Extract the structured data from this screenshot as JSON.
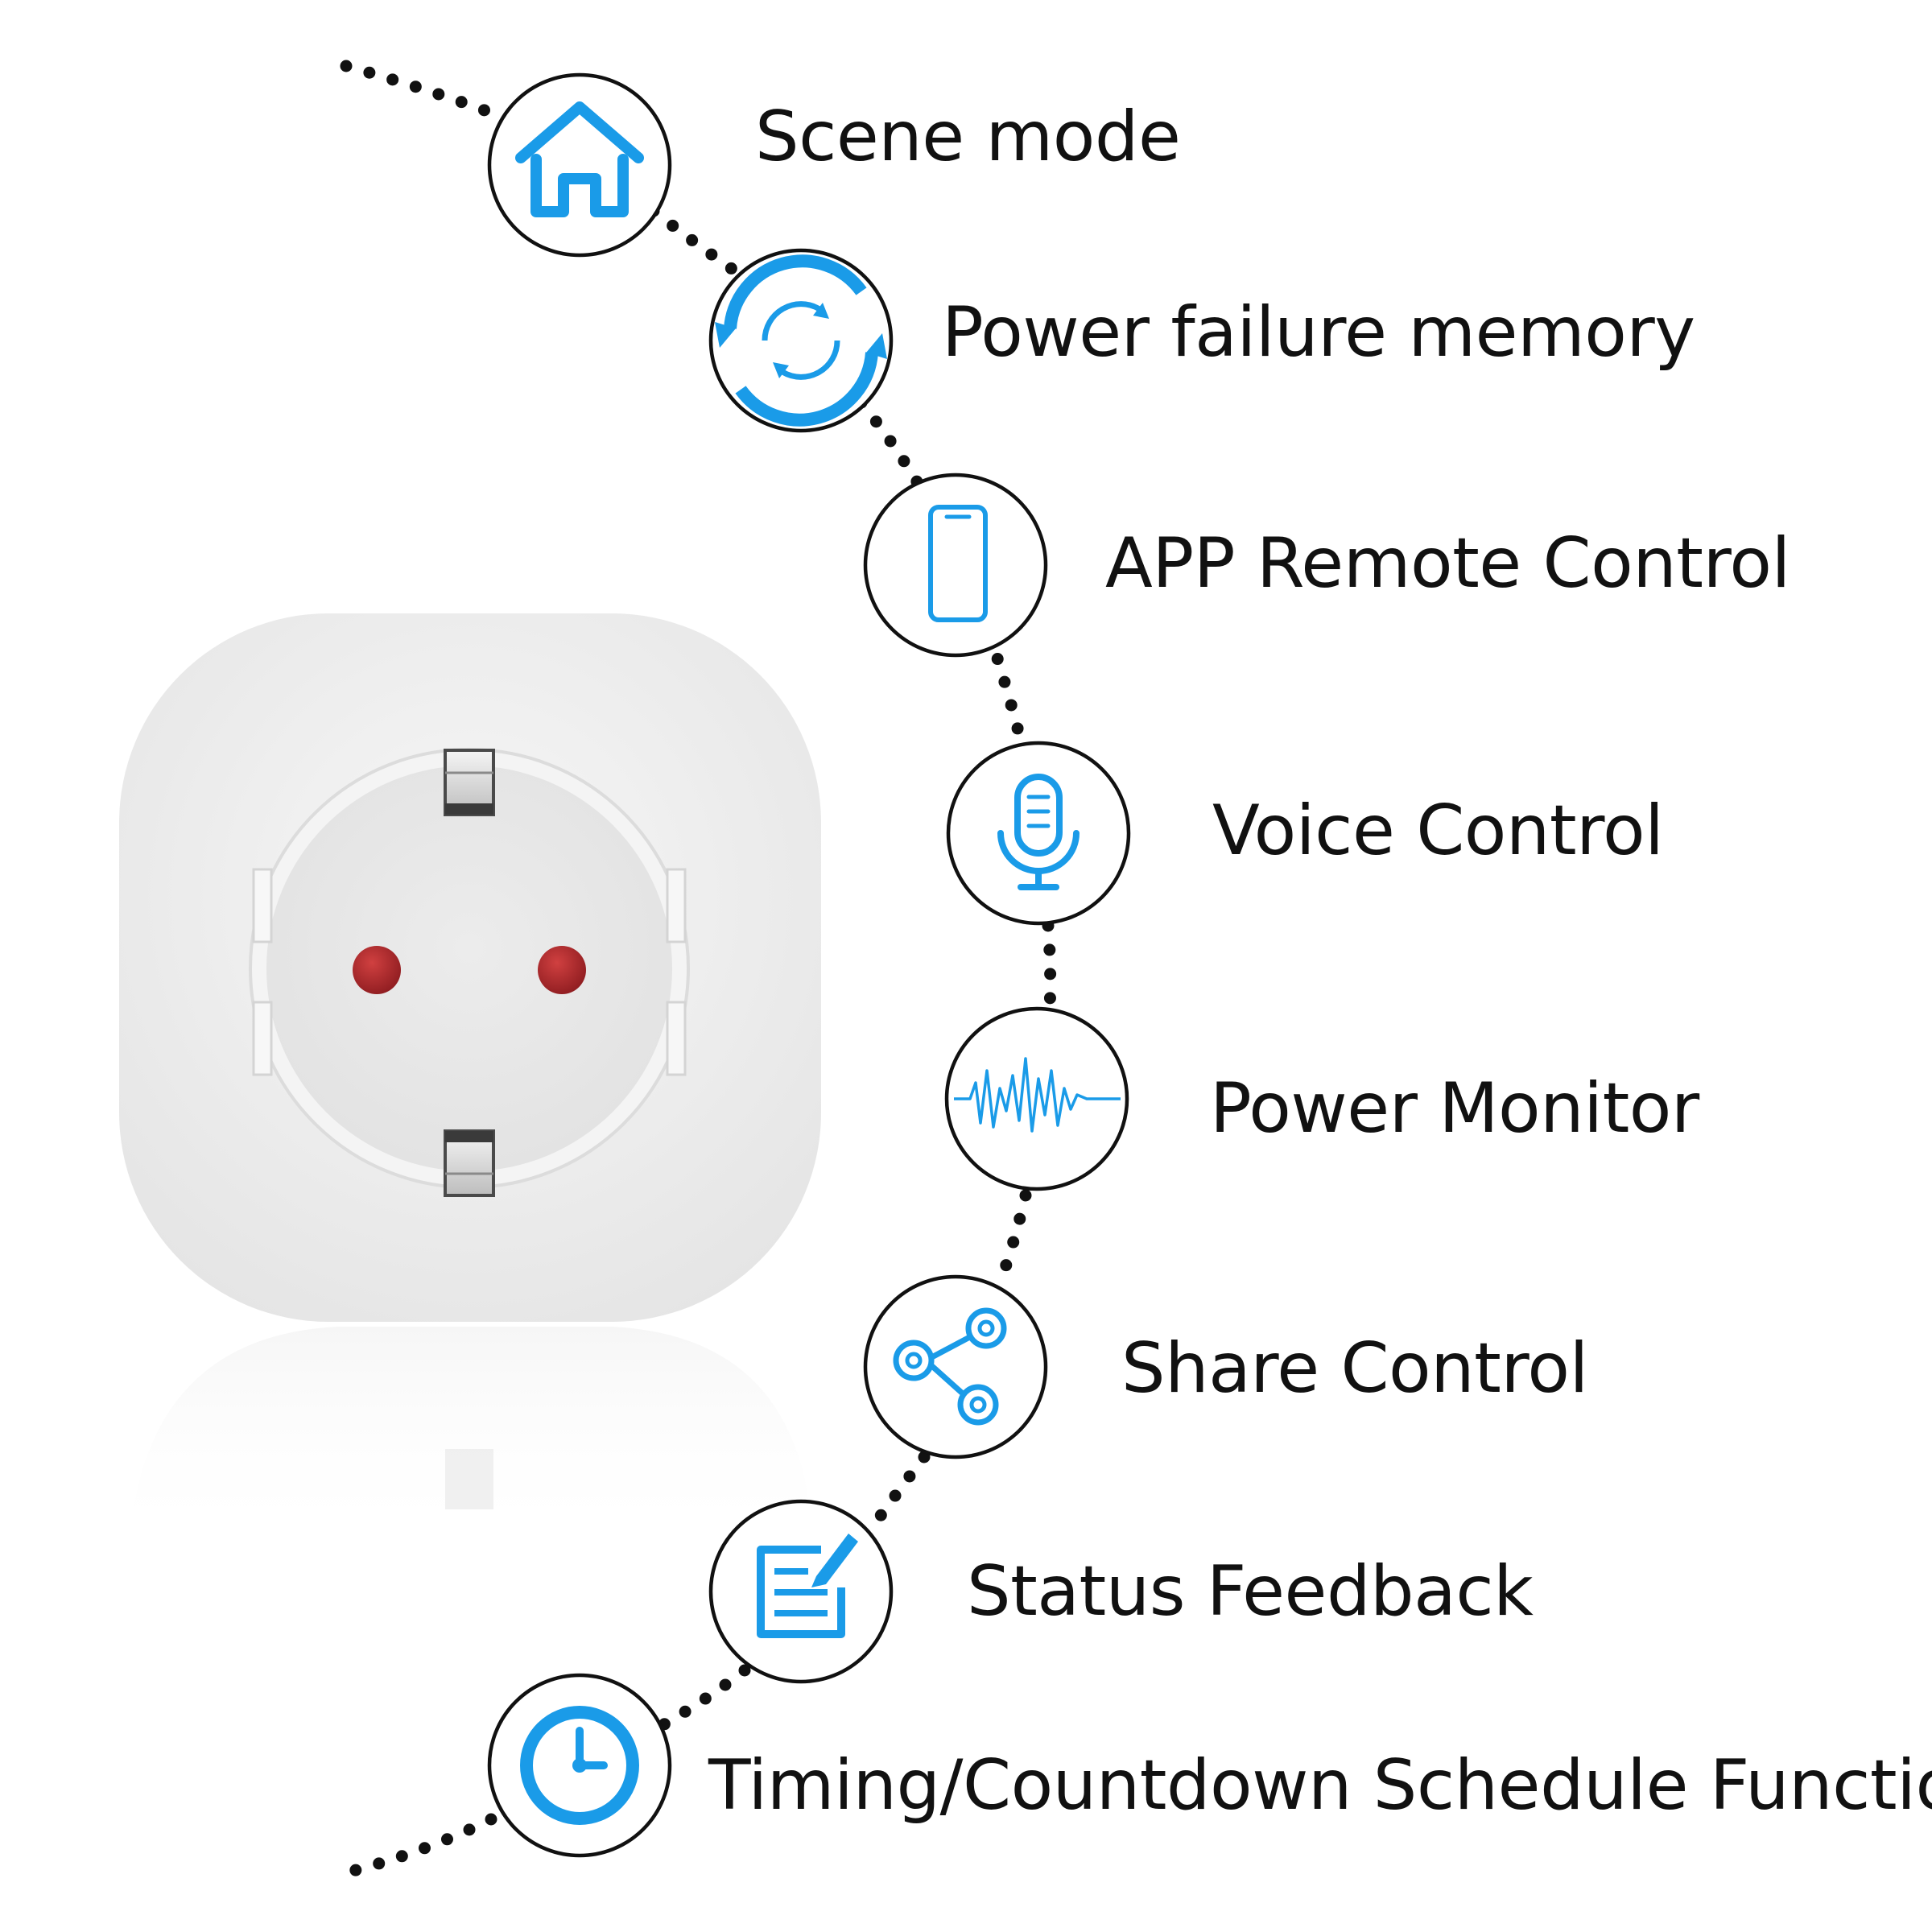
{
  "colors": {
    "accent": "#1a9be8",
    "socket_pin": "#b0262a",
    "ring": "#111111",
    "dots": "#111111",
    "plug_body": "#efefef"
  },
  "features": [
    {
      "label": "Scene mode",
      "icon": "home-icon"
    },
    {
      "label": "Power failure memory",
      "icon": "refresh-cycle-icon"
    },
    {
      "label": "APP Remote Control",
      "icon": "smartphone-icon"
    },
    {
      "label": "Voice Control",
      "icon": "microphone-icon"
    },
    {
      "label": "Power Monitor",
      "icon": "waveform-icon"
    },
    {
      "label": "Share Control",
      "icon": "share-icon"
    },
    {
      "label": "Status Feedback",
      "icon": "edit-document-icon"
    },
    {
      "label": "Timing/Countdown Schedule Function",
      "icon": "clock-icon"
    }
  ]
}
